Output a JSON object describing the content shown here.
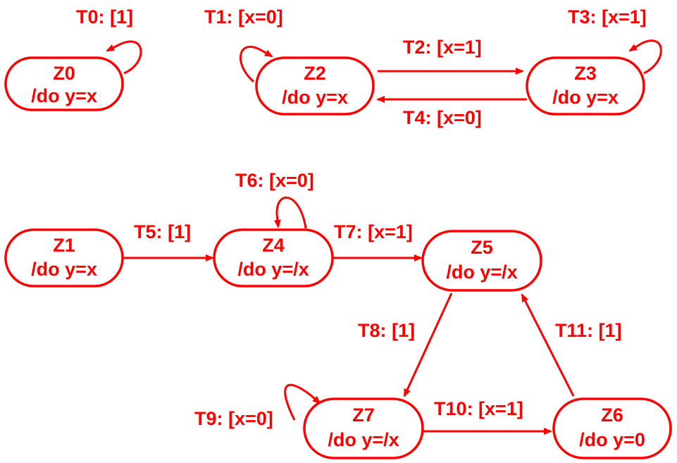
{
  "diagram": {
    "color": "#ff0000",
    "states": [
      {
        "id": "Z0",
        "name": "Z0",
        "action": "/do y=x"
      },
      {
        "id": "Z2",
        "name": "Z2",
        "action": "/do y=x"
      },
      {
        "id": "Z3",
        "name": "Z3",
        "action": "/do y=x"
      },
      {
        "id": "Z1",
        "name": "Z1",
        "action": "/do y=x"
      },
      {
        "id": "Z4",
        "name": "Z4",
        "action": "/do y=/x"
      },
      {
        "id": "Z5",
        "name": "Z5",
        "action": "/do y=/x"
      },
      {
        "id": "Z7",
        "name": "Z7",
        "action": "/do y=/x"
      },
      {
        "id": "Z6",
        "name": "Z6",
        "action": "/do y=0"
      }
    ],
    "transitions": [
      {
        "id": "T0",
        "label": "T0: [1]",
        "from": "Z0",
        "to": "Z0"
      },
      {
        "id": "T1",
        "label": "T1: [x=0]",
        "from": "Z2",
        "to": "Z2"
      },
      {
        "id": "T2",
        "label": "T2: [x=1]",
        "from": "Z2",
        "to": "Z3"
      },
      {
        "id": "T3",
        "label": "T3: [x=1]",
        "from": "Z3",
        "to": "Z3"
      },
      {
        "id": "T4",
        "label": "T4: [x=0]",
        "from": "Z3",
        "to": "Z2"
      },
      {
        "id": "T5",
        "label": "T5: [1]",
        "from": "Z1",
        "to": "Z4"
      },
      {
        "id": "T6",
        "label": "T6: [x=0]",
        "from": "Z4",
        "to": "Z4"
      },
      {
        "id": "T7",
        "label": "T7: [x=1]",
        "from": "Z4",
        "to": "Z5"
      },
      {
        "id": "T8",
        "label": "T8: [1]",
        "from": "Z5",
        "to": "Z7"
      },
      {
        "id": "T9",
        "label": "T9: [x=0]",
        "from": "Z7",
        "to": "Z7"
      },
      {
        "id": "T10",
        "label": "T10: [x=1]",
        "from": "Z7",
        "to": "Z6"
      },
      {
        "id": "T11",
        "label": "T11: [1]",
        "from": "Z6",
        "to": "Z5"
      }
    ]
  }
}
